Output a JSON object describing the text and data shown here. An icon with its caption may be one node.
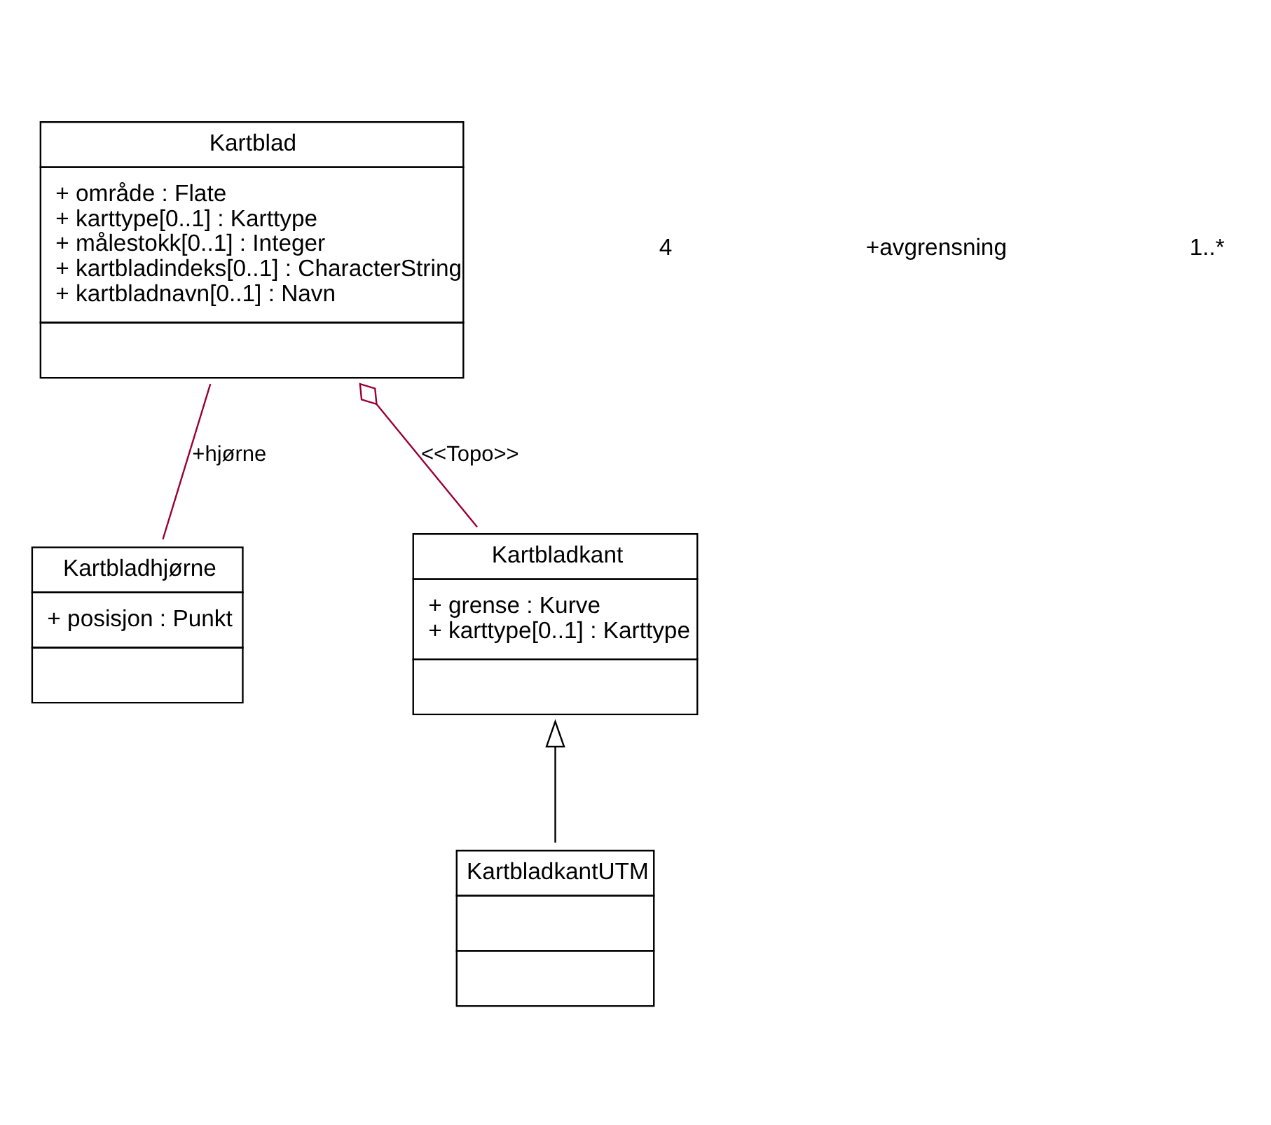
{
  "diagram": {
    "nodes": [
      {
        "text": [
          "Kartblad",
          "+ område : Flate",
          "+ karttype[0..1] : Karttype",
          "+ målestokk[0..1] : Integer",
          "+ kartbladindeks[0..1] : CharacterString",
          "+ kartbladnavn[0..1] : Navn"
        ]
      },
      {
        "text": [
          "Kartbladhjørne",
          "+ posisjon : Punkt"
        ]
      },
      {
        "text": [
          "Kartbladkant",
          "+ grense : Kurve",
          "+ karttype[0..1] : Karttype"
        ]
      },
      {
        "text": [
          "KartbladkantUTM"
        ]
      }
    ],
    "edges": [
      {
        "from": 0,
        "to": 1,
        "arrow": "none",
        "label": "+hjørne",
        "color": "#990033"
      },
      {
        "from": 0,
        "to": 2,
        "arrow": "other",
        "label": "<<Topo>>",
        "color": "#990033"
      },
      {
        "from": 3,
        "to": 2,
        "arrow": "to",
        "color": "#000000"
      }
    ],
    "labels": [
      "4",
      "+avgrensning",
      "1..*"
    ]
  }
}
